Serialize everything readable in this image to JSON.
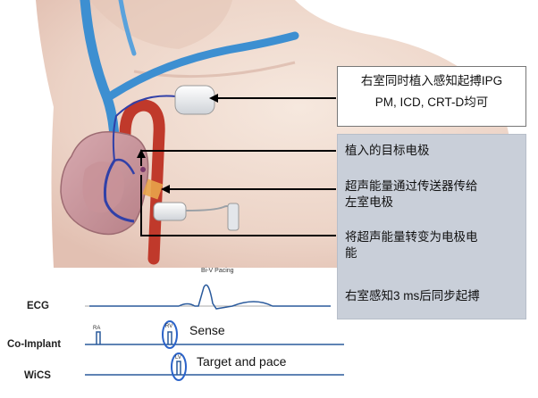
{
  "callouts": {
    "device_line1": "右室同时植入感知起搏IPG",
    "device_line2": "PM, ICD, CRT-D均可",
    "electrode": "植入的目标电极",
    "transmit_line1": "超声能量通过传送器传给",
    "transmit_line2": "左室电极",
    "convert_line1": "将超声能量转变为电极电",
    "convert_line2": "能",
    "sync": "右室感知3 ms后同步起搏"
  },
  "timing": {
    "caption": "Bi-V Pacing",
    "rows": [
      "ECG",
      "Co-Implant",
      "WiCS"
    ],
    "marker_ra": "RA",
    "marker_rv": "RV",
    "marker_lv": "LV",
    "sense": "Sense",
    "target_pace": "Target and pace"
  },
  "colors": {
    "panel": "#c9cfd9",
    "vein": "#3d8fd1",
    "aorta": "#c0392b",
    "lead": "#3040a8",
    "circle": "#2b63c9",
    "transmitter": "#e8a44a",
    "skin": "#f0dcd0"
  }
}
